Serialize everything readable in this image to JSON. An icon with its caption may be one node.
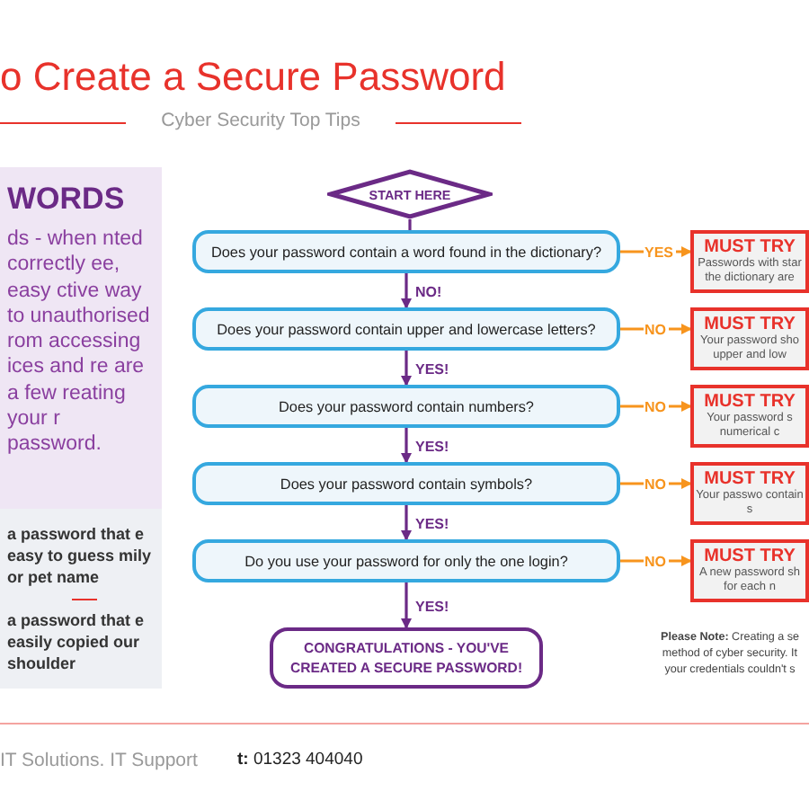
{
  "diagram": {
    "title": "o Create a Secure Password",
    "nodes": [
      {
        "text": [
          "WORDS",
          "ds - when nted correctly ee, easy ctive way to unauthorised rom accessing ices and re are a few reating your r password."
        ]
      },
      {
        "text": [
          "a password that e easy to guess mily or pet name",
          "a password that e easily copied our shoulder"
        ]
      },
      {
        "text": [
          "START HERE"
        ]
      },
      {
        "text": [
          "Does your password contain a word found in the dictionary?"
        ]
      },
      {
        "text": [
          "Does your password contain upper and lowercase letters?"
        ]
      },
      {
        "text": [
          "Does your password contain numbers?"
        ]
      },
      {
        "text": [
          "Does your password contain symbols?"
        ]
      },
      {
        "text": [
          "Do you use your password for only the one login?"
        ]
      },
      {
        "text": [
          "CONGRATULATIONS - YOU'VE CREATED A SECURE PASSWORD!"
        ]
      },
      {
        "text": [
          "MUST TRY",
          "Passwords with star the dictionary are"
        ]
      },
      {
        "text": [
          "MUST TRY",
          "Your password sho upper and low"
        ]
      },
      {
        "text": [
          "MUST TRY",
          "Your password s numerical c"
        ]
      },
      {
        "text": [
          "MUST TRY",
          "Your passwo contain s"
        ]
      },
      {
        "text": [
          "MUST TRY",
          "A new password sh for each n"
        ]
      }
    ],
    "edges": [
      {
        "from": 2,
        "to": 3,
        "arrow": "none"
      },
      {
        "from": 3,
        "to": 4,
        "arrow": "to",
        "label": "NO!"
      },
      {
        "from": 4,
        "to": 5,
        "arrow": "to",
        "label": "YES!"
      },
      {
        "from": 5,
        "to": 6,
        "arrow": "to",
        "label": "YES!"
      },
      {
        "from": 6,
        "to": 7,
        "arrow": "to",
        "label": "YES!"
      },
      {
        "from": 7,
        "to": 8,
        "arrow": "to",
        "label": "YES!"
      },
      {
        "from": 3,
        "to": 9,
        "arrow": "to",
        "label": "YES",
        "color": "#f7941d"
      },
      {
        "from": 4,
        "to": 10,
        "arrow": "to",
        "label": "NO",
        "color": "#f7941d"
      },
      {
        "from": 5,
        "to": 11,
        "arrow": "to",
        "label": "NO",
        "color": "#f7941d"
      },
      {
        "from": 6,
        "to": 12,
        "arrow": "to",
        "label": "NO",
        "color": "#f7941d"
      },
      {
        "from": 7,
        "to": 13,
        "arrow": "to",
        "label": "NO",
        "color": "#f7941d"
      }
    ],
    "labels": [
      "Cyber Security Top Tips",
      "**Please Note:** Creating a se method of cyber security. It your credentials couldn't s",
      "IT Solutions. IT Support",
      "**t:** 01323 404040"
    ]
  }
}
